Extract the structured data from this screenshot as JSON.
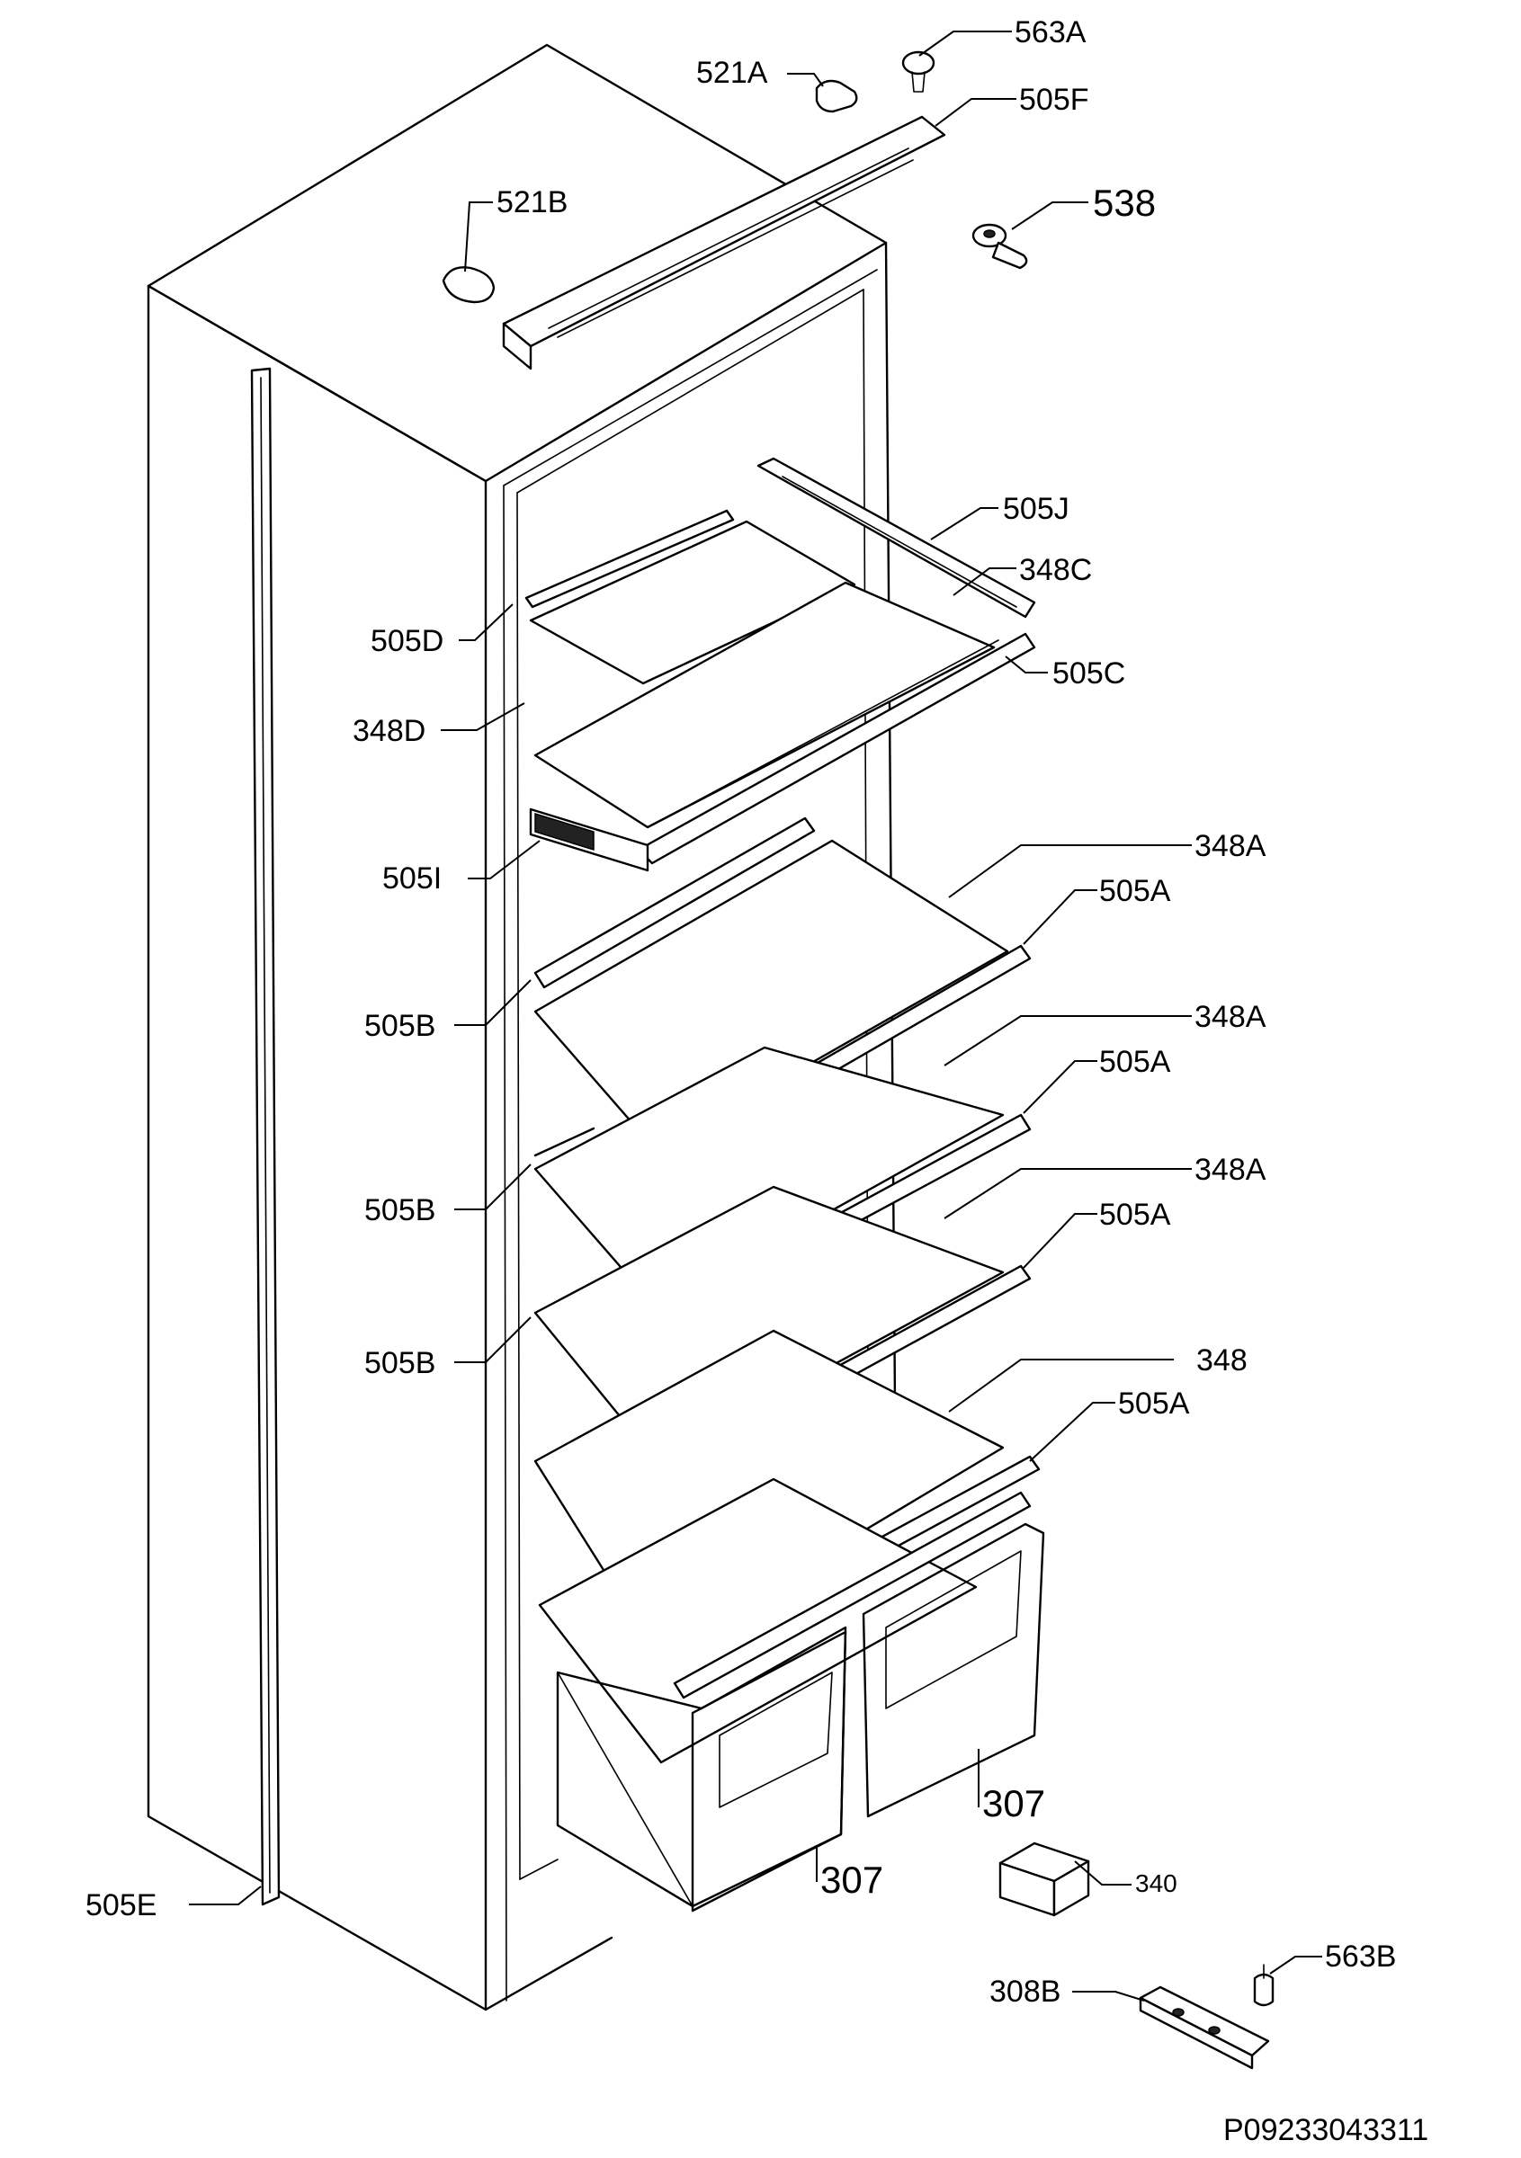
{
  "drawing_code": "P09233043311",
  "parts": {
    "p563A": "563A",
    "p521A": "521A",
    "p505F": "505F",
    "p521B": "521B",
    "p538": "538",
    "p505J": "505J",
    "p348C": "348C",
    "p505D": "505D",
    "p505C": "505C",
    "p348D": "348D",
    "p505I": "505I",
    "p348A_1": "348A",
    "p505A_1": "505A",
    "p505B_1": "505B",
    "p348A_2": "348A",
    "p505A_2": "505A",
    "p505B_2": "505B",
    "p348A_3": "348A",
    "p505A_3": "505A",
    "p505B_3": "505B",
    "p348": "348",
    "p505A_4": "505A",
    "p307_right": "307",
    "p307_left": "307",
    "p505E": "505E",
    "p340": "340",
    "p563B": "563B",
    "p308B": "308B"
  }
}
